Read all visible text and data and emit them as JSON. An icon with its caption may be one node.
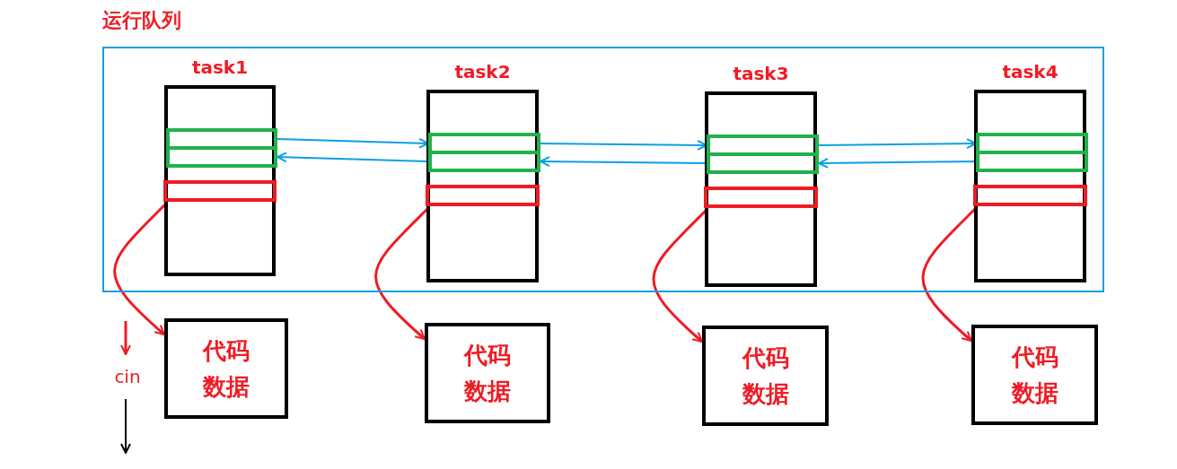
{
  "diagram": {
    "nodes": [
      {
        "text": [
          "运行队列"
        ]
      },
      {
        "text": [
          "task1"
        ],
        "in": 0
      },
      {
        "text": [],
        "shape": "box",
        "in": 1
      },
      {
        "text": [],
        "shape": "box",
        "in": 1
      },
      {
        "text": [],
        "shape": "box",
        "in": 1
      },
      {
        "text": [
          "task2"
        ],
        "in": 0
      },
      {
        "text": [],
        "shape": "box",
        "in": 5
      },
      {
        "text": [],
        "shape": "box",
        "in": 5
      },
      {
        "text": [],
        "shape": "box",
        "in": 5
      },
      {
        "text": [
          "task3"
        ],
        "in": 0
      },
      {
        "text": [],
        "shape": "box",
        "in": 9
      },
      {
        "text": [],
        "shape": "box",
        "in": 9
      },
      {
        "text": [],
        "shape": "box",
        "in": 9
      },
      {
        "text": [
          "task4"
        ],
        "in": 0
      },
      {
        "text": [],
        "shape": "box",
        "in": 13
      },
      {
        "text": [],
        "shape": "box",
        "in": 13
      },
      {
        "text": [],
        "shape": "box",
        "in": 13
      },
      {
        "text": [
          "代码",
          "数据"
        ]
      },
      {
        "text": [
          "代码",
          "数据"
        ]
      },
      {
        "text": [
          "代码",
          "数据"
        ]
      },
      {
        "text": [
          "代码",
          "数据"
        ]
      },
      {
        "text": [
          "cin"
        ]
      }
    ],
    "edges": [
      {
        "from": 2,
        "to": 6,
        "arrow": "to",
        "color": "#0aa0e6"
      },
      {
        "from": 7,
        "to": 3,
        "arrow": "to",
        "color": "#0aa0e6"
      },
      {
        "from": 6,
        "to": 10,
        "arrow": "to",
        "color": "#0aa0e6"
      },
      {
        "from": 11,
        "to": 7,
        "arrow": "to",
        "color": "#0aa0e6"
      },
      {
        "from": 10,
        "to": 14,
        "arrow": "to",
        "color": "#0aa0e6"
      },
      {
        "from": 15,
        "to": 11,
        "arrow": "to",
        "color": "#0aa0e6"
      },
      {
        "from": 4,
        "to": 17,
        "arrow": "to",
        "color": "#ee1c24"
      },
      {
        "from": 8,
        "to": 18,
        "arrow": "to",
        "color": "#ee1c24"
      },
      {
        "from": 12,
        "to": 19,
        "arrow": "to",
        "color": "#ee1c24"
      },
      {
        "from": 16,
        "to": 20,
        "arrow": "to",
        "color": "#ee1c24"
      },
      {
        "from": null,
        "to": 21,
        "arrow": "to",
        "color": "#ee1c24"
      },
      {
        "from": 21,
        "to": null,
        "arrow": "to",
        "color": "#000000"
      }
    ]
  }
}
